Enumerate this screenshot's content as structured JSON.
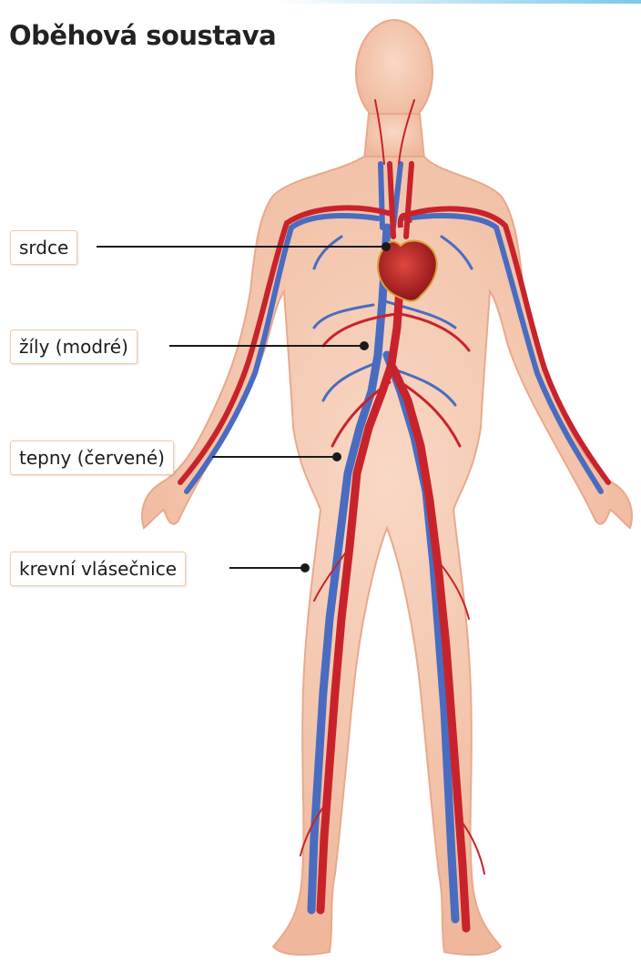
{
  "title": "Oběhová soustava",
  "labels": {
    "heart": "srdce",
    "veins": "žíly (modré)",
    "arteries": "tepny (červené)",
    "capillaries": "krevní vlásečnice"
  },
  "colors": {
    "skin": "#f6c9b1",
    "skin_edge": "#e9a98c",
    "artery": "#c8232b",
    "vein": "#4a6cc0",
    "heart": "#b52026",
    "label_border": "#f3c8a4",
    "leader_line": "#1a1a1a"
  }
}
